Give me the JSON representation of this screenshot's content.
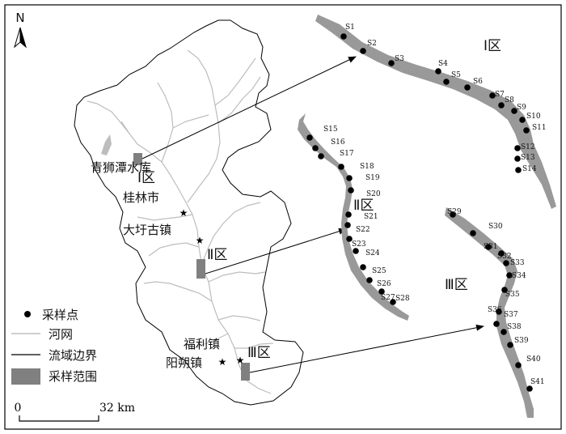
{
  "north_label": "N",
  "places": {
    "qingshitan": "青狮潭水库",
    "guilin": "桂林市",
    "dayu": "大圩古镇",
    "fuli": "福利镇",
    "yangshuo": "阳朔镇"
  },
  "zones": {
    "z1": "Ⅰ区",
    "z2": "Ⅱ区",
    "z3": "Ⅲ区"
  },
  "legend": {
    "sample_point": "采样点",
    "river": "河网",
    "boundary": "流域边界",
    "sample_area": "采样范围"
  },
  "scale": {
    "zero": "0",
    "end": "32 km"
  },
  "sites": {
    "z1": [
      "S1",
      "S2",
      "S3",
      "S4",
      "S5",
      "S6",
      "S7",
      "S8",
      "S9",
      "S10",
      "S11",
      "S12",
      "S13",
      "S14"
    ],
    "z2": [
      "S15",
      "S16",
      "S17",
      "S18",
      "S19",
      "S20",
      "S21",
      "S22",
      "S23",
      "S24",
      "S25",
      "S26",
      "S27",
      "S28"
    ],
    "z3": [
      "S29",
      "S30",
      "S31",
      "S32",
      "S33",
      "S34",
      "S35",
      "S36",
      "S37",
      "S38",
      "S39",
      "S40",
      "S41"
    ]
  },
  "colors": {
    "river": "#bdbdbd",
    "sample_area": "#808080",
    "inset_river": "#999999",
    "point": "#000000"
  }
}
